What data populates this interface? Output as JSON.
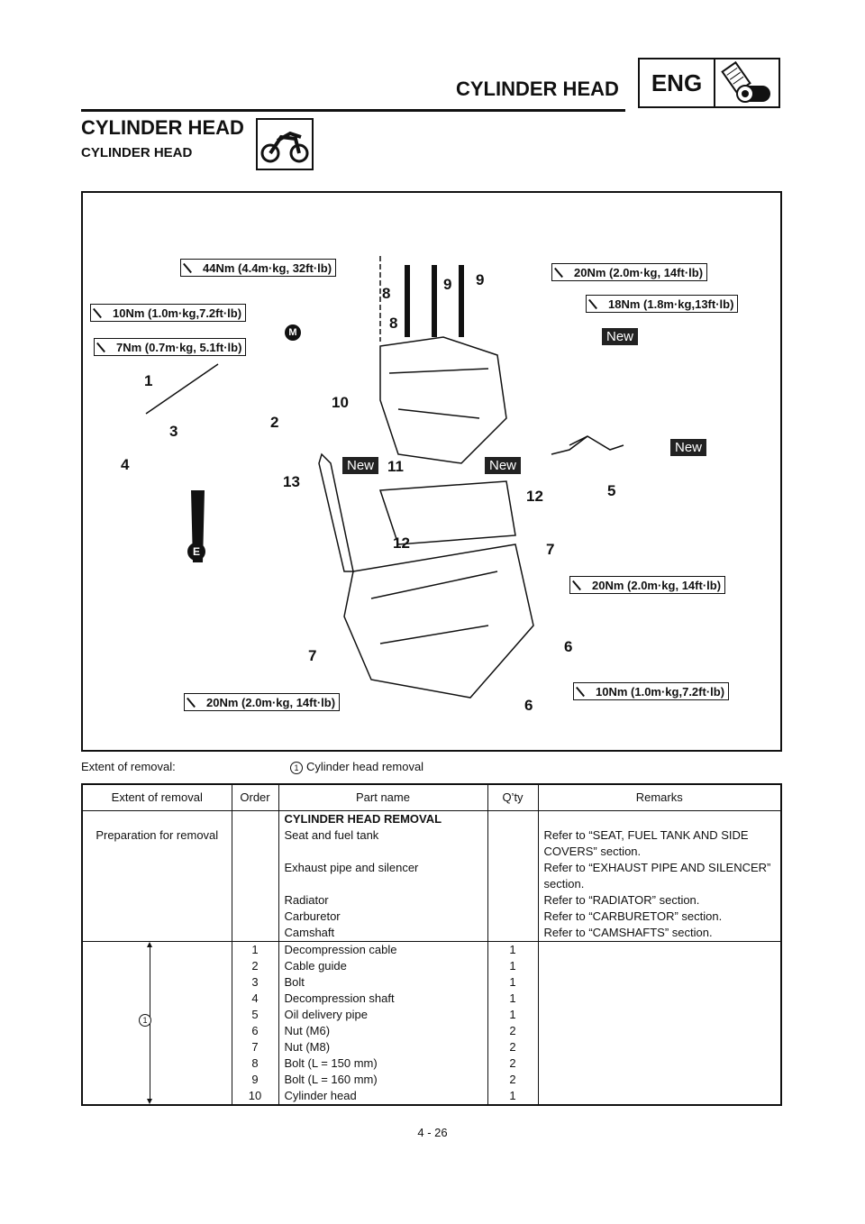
{
  "header": {
    "title": "CYLINDER HEAD",
    "section": "ENG"
  },
  "title": "CYLINDER HEAD",
  "subtitle": "CYLINDER HEAD",
  "diagram": {
    "torques": [
      "44Nm (4.4m·kg, 32ft·lb)",
      "10Nm (1.0m·kg,7.2ft·lb)",
      "7Nm (0.7m·kg, 5.1ft·lb)",
      "20Nm (2.0m·kg, 14ft·lb)",
      "18Nm (1.8m·kg,13ft·lb)",
      "20Nm (2.0m·kg, 14ft·lb)",
      "10Nm (1.0m·kg,7.2ft·lb)",
      "20Nm (2.0m·kg, 14ft·lb)"
    ],
    "new_label": "New",
    "m_label": "M",
    "e_label": "E",
    "callouts": [
      "1",
      "2",
      "3",
      "4",
      "5",
      "6",
      "6",
      "7",
      "7",
      "8",
      "8",
      "9",
      "9",
      "10",
      "11",
      "12",
      "12",
      "13"
    ]
  },
  "extent": {
    "label": "Extent of removal:",
    "marker": "1",
    "text": "Cylinder head removal"
  },
  "table": {
    "headers": [
      "Extent of removal",
      "Order",
      "Part name",
      "Q’ty",
      "Remarks"
    ],
    "prep": {
      "extent": "Preparation for removal",
      "heading": "CYLINDER HEAD REMOVAL",
      "rows": [
        [
          "Seat and fuel tank",
          "Refer to “SEAT, FUEL TANK AND SIDE COVERS” section."
        ],
        [
          "Exhaust pipe and silencer",
          "Refer to “EXHAUST PIPE AND SILENCER” section."
        ],
        [
          "Radiator",
          "Refer to “RADIATOR” section."
        ],
        [
          "Carburetor",
          "Refer to “CARBURETOR” section."
        ],
        [
          "Camshaft",
          "Refer to “CAMSHAFTS” section."
        ]
      ]
    },
    "marker": "1",
    "rows": [
      [
        "1",
        "Decompression cable",
        "1"
      ],
      [
        "2",
        "Cable guide",
        "1"
      ],
      [
        "3",
        "Bolt",
        "1"
      ],
      [
        "4",
        "Decompression shaft",
        "1"
      ],
      [
        "5",
        "Oil delivery pipe",
        "1"
      ],
      [
        "6",
        "Nut (M6)",
        "2"
      ],
      [
        "7",
        "Nut (M8)",
        "2"
      ],
      [
        "8",
        "Bolt (L = 150 mm)",
        "2"
      ],
      [
        "9",
        "Bolt (L = 160 mm)",
        "2"
      ],
      [
        "10",
        "Cylinder head",
        "1"
      ]
    ]
  },
  "page_number": "4 - 26"
}
